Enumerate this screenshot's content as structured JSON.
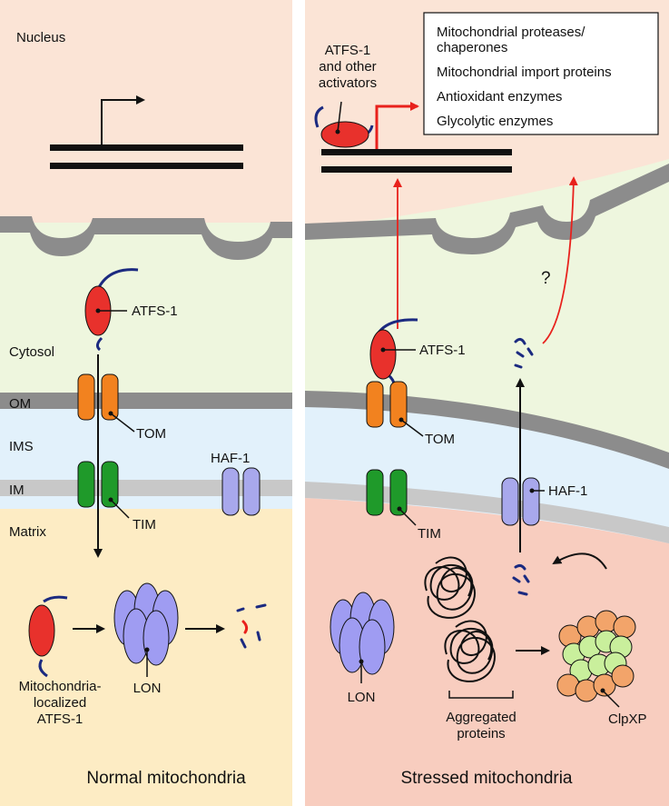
{
  "left": {
    "nucleus_label": "Nucleus",
    "cytosol_label": "Cytosol",
    "om_label": "OM",
    "ims_label": "IMS",
    "im_label": "IM",
    "matrix_label": "Matrix",
    "atfs1_label": "ATFS-1",
    "tom_label": "TOM",
    "tim_label": "TIM",
    "haf1_label": "HAF-1",
    "lon_label": "LON",
    "mito_atfs_line1": "Mitochondria-",
    "mito_atfs_line2": "localized",
    "mito_atfs_line3": "ATFS-1",
    "title": "Normal mitochondria"
  },
  "right": {
    "activators_line1": "ATFS-1",
    "activators_line2": "and other",
    "activators_line3": "activators",
    "gene_targets": [
      "Mitochondrial proteases/",
      "chaperones",
      "Mitochondrial import proteins",
      "Antioxidant enzymes",
      "Glycolytic enzymes"
    ],
    "question": "?",
    "atfs1_label": "ATFS-1",
    "tom_label": "TOM",
    "tim_label": "TIM",
    "haf1_label": "HAF-1",
    "lon_label": "LON",
    "aggregated_line1": "Aggregated",
    "aggregated_line2": "proteins",
    "clpxp_label": "ClpXP",
    "title": "Stressed mitochondria"
  },
  "colors": {
    "nucleus": "#fbe4d6",
    "cytosol": "#eef6de",
    "ims": "#e2f1fb",
    "matrix_normal": "#fdecc4",
    "matrix_stressed": "#f8cdbf",
    "membrane": "#8c8c8c",
    "atfs1": "#e8312c",
    "tom": "#f2821f",
    "tim": "#1f9a2a",
    "haf1": "#a8a8ec",
    "lon": "#9f9cf2",
    "clpxp_outer": "#f2a46a",
    "clpxp_inner": "#c9ef9c",
    "red_arrow": "#e8211c",
    "tail": "#1b2a80"
  }
}
